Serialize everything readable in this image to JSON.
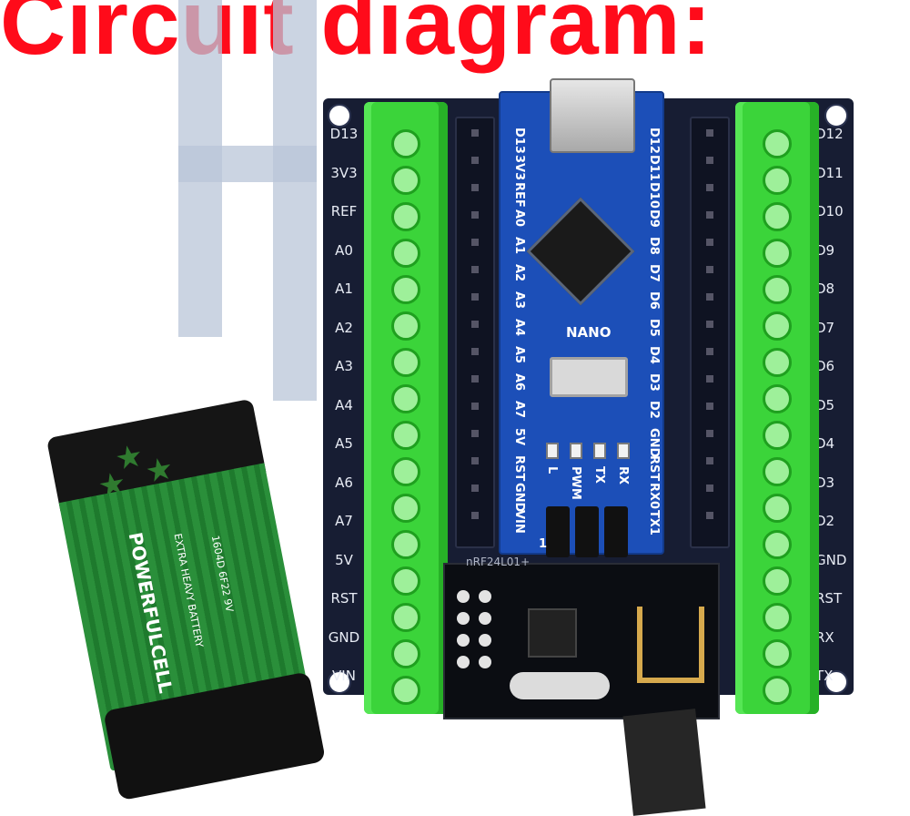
{
  "title": "Circuit diagram:",
  "left_pins": [
    "D13",
    "3V3",
    "REF",
    "A0",
    "A1",
    "A2",
    "A3",
    "A4",
    "A5",
    "A6",
    "A7",
    "5V",
    "RST",
    "GND",
    "VIN"
  ],
  "right_pins": [
    "D12",
    "D11",
    "D10",
    "D9",
    "D8",
    "D7",
    "D6",
    "D5",
    "D4",
    "D3",
    "D2",
    "GND",
    "RST",
    "RX",
    "TX"
  ],
  "nano": {
    "name": "NANO",
    "left_labels": [
      "D13",
      "3V3",
      "REF",
      "A0",
      "A1",
      "A2",
      "A3",
      "A4",
      "A5",
      "A6",
      "A7",
      "5V",
      "RST",
      "GND",
      "VIN"
    ],
    "right_labels": [
      "D12",
      "D11",
      "D10",
      "D9",
      "D8",
      "D7",
      "D6",
      "D5",
      "D4",
      "D3",
      "D2",
      "GND",
      "RST",
      "RX0",
      "TX1"
    ],
    "leds": [
      "L",
      "PWM",
      "TX",
      "RX"
    ],
    "jumper_label": "1"
  },
  "nrf_module": {
    "label": "nRF24L01+"
  },
  "battery": {
    "brand": "POWERFULCELL",
    "subtitle": "EXTRA HEAVY BATTERY",
    "code": "1604D 6F22 9V"
  }
}
